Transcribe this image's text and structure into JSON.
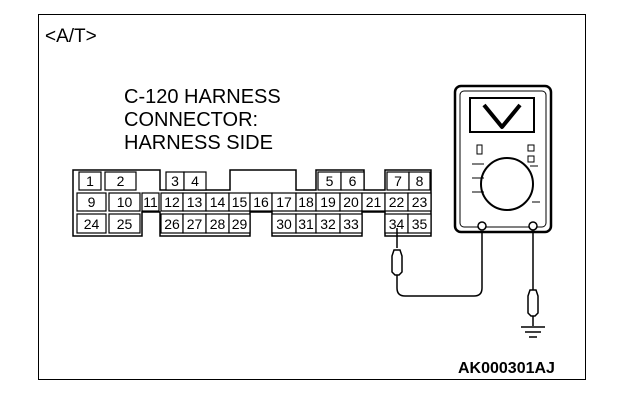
{
  "view_label": "<A/T>",
  "connector_title": {
    "line1": "C-120 HARNESS",
    "line2": "CONNECTOR:",
    "line3": "HARNESS SIDE"
  },
  "figure_code": "AK000301AJ",
  "connector_pins": {
    "row1": [
      "1",
      "2",
      "3",
      "4",
      "5",
      "6",
      "7",
      "8"
    ],
    "row2": [
      "9",
      "10",
      "11",
      "12",
      "13",
      "14",
      "15",
      "16",
      "17",
      "18",
      "19",
      "20",
      "21",
      "22",
      "23"
    ],
    "row3": [
      "24",
      "25",
      "26",
      "27",
      "28",
      "29",
      "30",
      "31",
      "32",
      "33",
      "34",
      "35"
    ]
  },
  "probe_pin": "34",
  "meter_icon": "v-letter-glyph"
}
